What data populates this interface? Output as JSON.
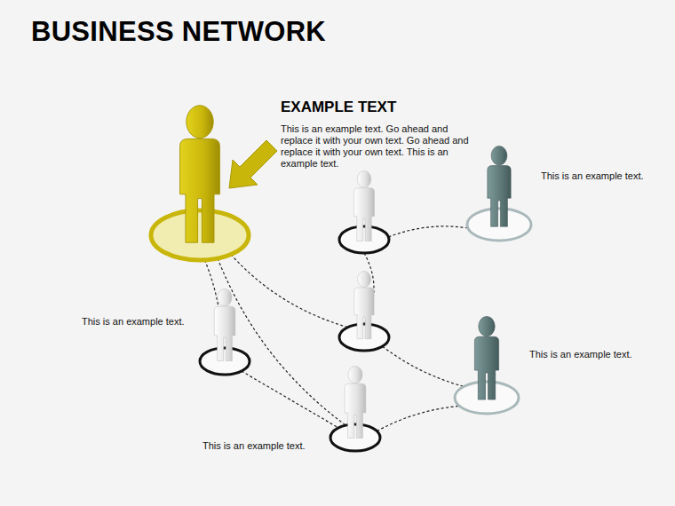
{
  "diagram": {
    "title": "BUSINESS NETWORK",
    "nodes": [
      {
        "text": [
          "EXAMPLE TEXT",
          "This is an example text. Go ahead and replace it with your own text. Go ahead and replace it with your own text. This is an example text."
        ]
      },
      {
        "text": []
      },
      {
        "text": [
          "This is an example text."
        ]
      },
      {
        "text": [
          "This is an example text."
        ]
      },
      {
        "text": []
      },
      {
        "text": [
          "This is an example text."
        ]
      },
      {
        "text": [
          "This is an example text."
        ]
      }
    ],
    "edges": [
      {
        "from": 0,
        "to": 3,
        "arrow": "none"
      },
      {
        "from": 0,
        "to": 4,
        "arrow": "none"
      },
      {
        "from": 0,
        "to": 6,
        "arrow": "none"
      },
      {
        "from": 1,
        "to": 2,
        "arrow": "none"
      },
      {
        "from": 1,
        "to": 4,
        "arrow": "none"
      },
      {
        "from": 4,
        "to": 5,
        "arrow": "none"
      },
      {
        "from": 3,
        "to": 6,
        "arrow": "none"
      },
      {
        "from": 6,
        "to": 5,
        "arrow": "none"
      }
    ]
  }
}
